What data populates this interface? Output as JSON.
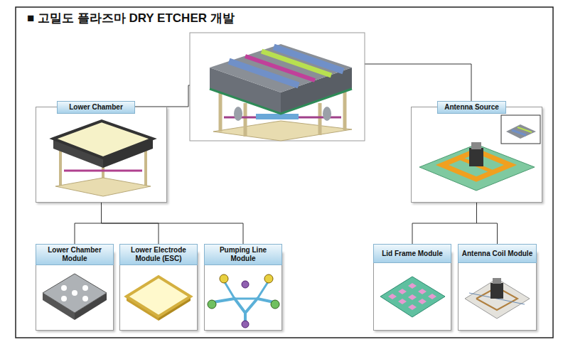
{
  "diagram": {
    "title": "■ 고밀도 플라즈마 DRY ETCHER 개발",
    "nodes": [
      {
        "text": [
          "Lower Chamber"
        ]
      },
      {
        "text": [
          "Antenna Source"
        ]
      },
      {
        "text": [
          "Lower Chamber Module"
        ]
      },
      {
        "text": [
          "Lower Electrode Module (ESC)"
        ]
      },
      {
        "text": [
          "Pumping Line Module"
        ]
      },
      {
        "text": [
          "Lid Frame Module"
        ]
      },
      {
        "text": [
          "Antenna Coil Module"
        ]
      }
    ],
    "edges": [
      {
        "from": 0,
        "to": 2,
        "arrow": "none"
      },
      {
        "from": 0,
        "to": 3,
        "arrow": "none"
      },
      {
        "from": 0,
        "to": 4,
        "arrow": "none"
      },
      {
        "from": 1,
        "to": 5,
        "arrow": "none"
      },
      {
        "from": 1,
        "to": 6,
        "arrow": "none"
      }
    ]
  }
}
